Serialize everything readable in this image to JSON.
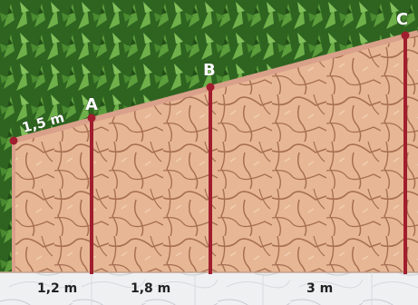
{
  "diagram": {
    "points": {
      "A": "A",
      "B": "B",
      "C": "C"
    },
    "top_segment_label": "1,5 m",
    "ground_segments": [
      "1,2 m",
      "1,8 m",
      "3 m"
    ],
    "colors": {
      "grass": "#3f7d2c",
      "grass_light": "#7bb356",
      "soil": "#e7b795",
      "crack": "#a86f52",
      "border": "#d9a08a",
      "posts": "#a01e2e",
      "marble": "#eef0f2"
    }
  }
}
